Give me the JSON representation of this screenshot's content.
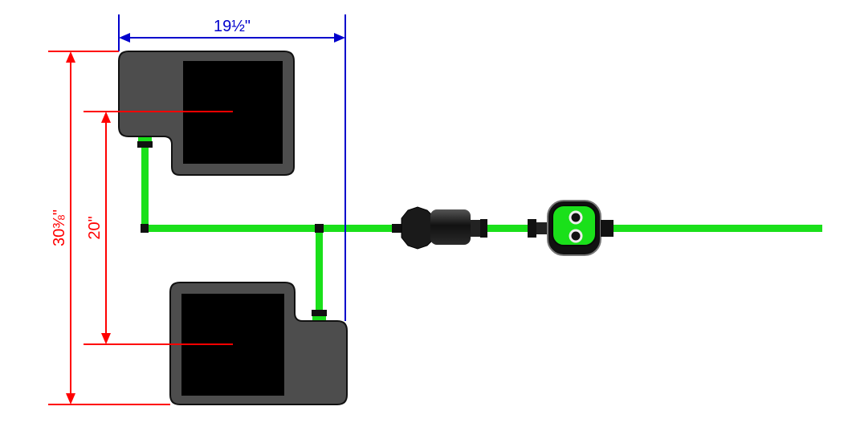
{
  "dimensions": {
    "width_label": "19½\"",
    "total_height_label": "30⅜\"",
    "center_spacing_label": "20\""
  },
  "colors": {
    "tube": "#1ae01a",
    "tray_body": "#4d4d4d",
    "tray_well": "#000000",
    "width_dimension": "#0000cc",
    "height_dimension": "#ff0000",
    "fitting": "#111111"
  }
}
